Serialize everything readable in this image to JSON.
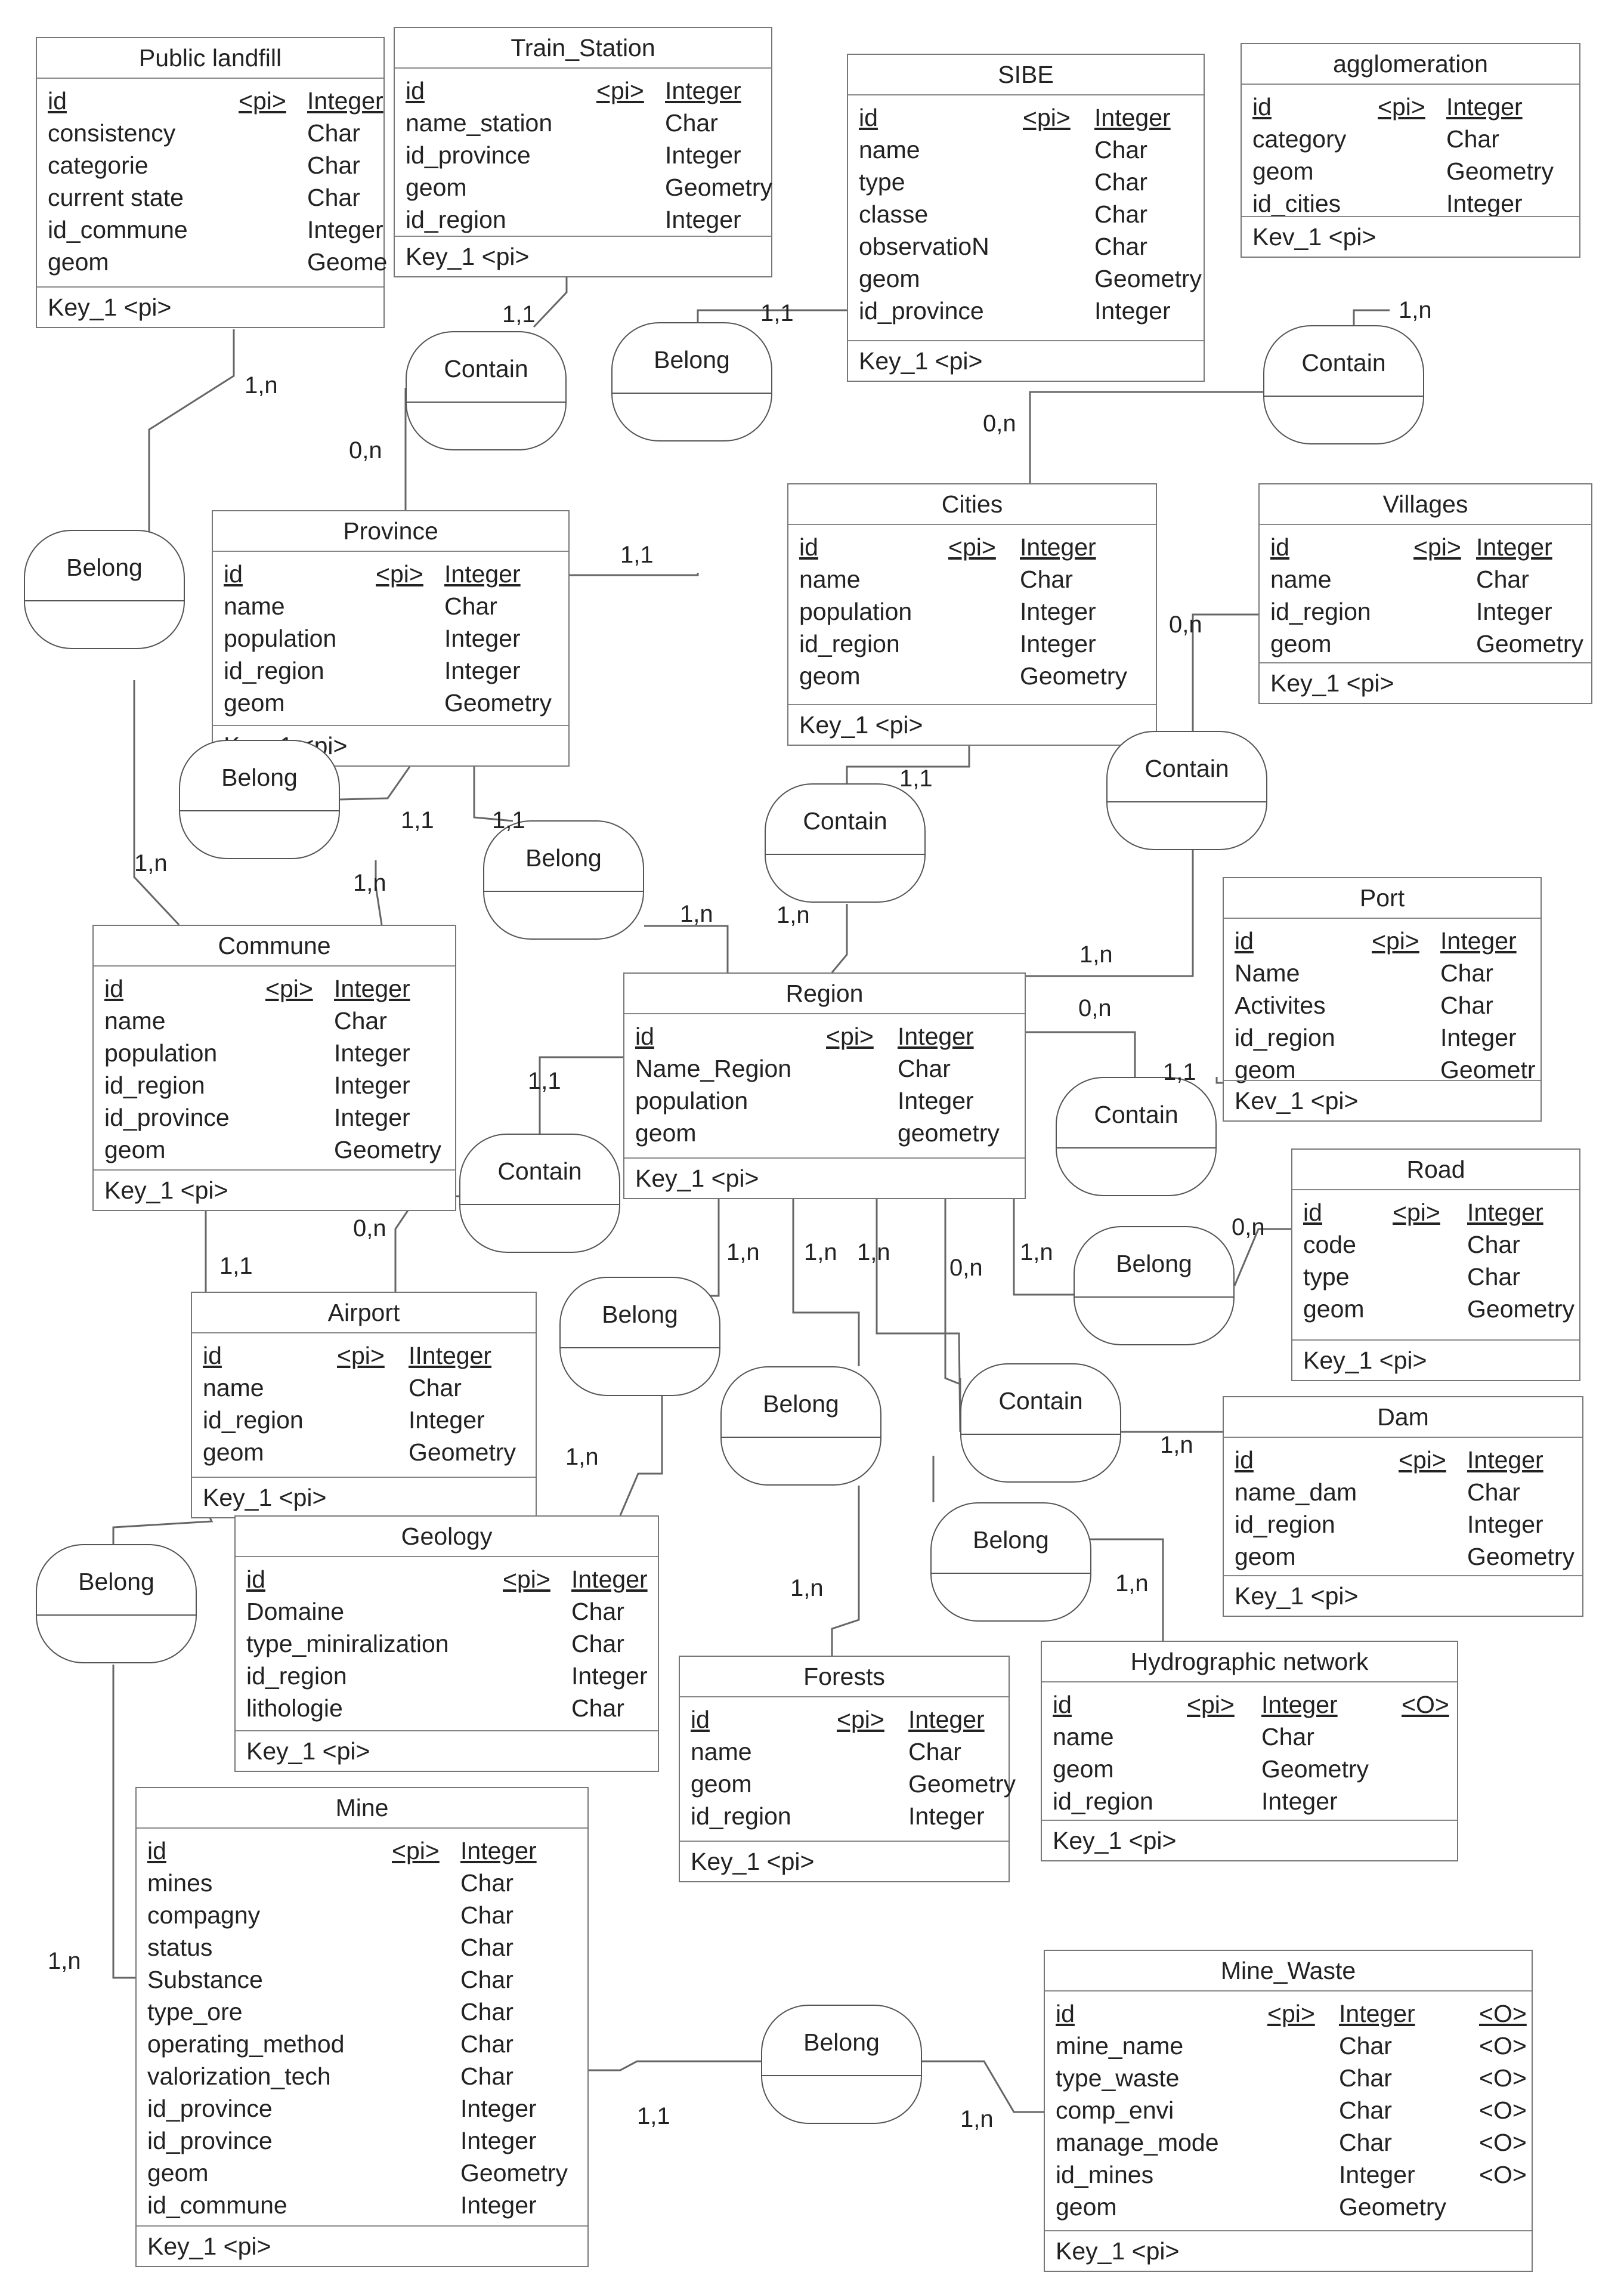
{
  "entities": [
    {
      "id": "public_landfill",
      "name": "Public landfill",
      "key": "Key_1 <pi>",
      "cols": [
        0,
        320,
        435
      ],
      "attrs": [
        [
          "id",
          "<pi>",
          "Integer"
        ],
        [
          "consistency",
          "",
          "Char"
        ],
        [
          "categorie",
          "",
          "Char"
        ],
        [
          "current state",
          "",
          "Char"
        ],
        [
          "id_commune",
          "",
          "Integer"
        ],
        [
          "geom",
          "",
          "Geome"
        ]
      ]
    },
    {
      "id": "train_station",
      "name": "Train_Station",
      "key": "Key_1 <pi>",
      "cols": [
        0,
        320,
        435
      ],
      "attrs": [
        [
          "id",
          "<pi>",
          "Integer"
        ],
        [
          "name_station",
          "",
          "Char"
        ],
        [
          "id_province",
          "",
          "Integer"
        ],
        [
          "geom",
          "",
          "Geometry"
        ],
        [
          "id_region",
          "",
          "Integer"
        ]
      ]
    },
    {
      "id": "sibe",
      "name": "SIBE",
      "key": "Key_1 <pi>",
      "cols": [
        0,
        275,
        395
      ],
      "attrs": [
        [
          "id",
          "<pi>",
          "Integer"
        ],
        [
          "name",
          "",
          "Char"
        ],
        [
          "type",
          "",
          "Char"
        ],
        [
          "classe",
          "",
          "Char"
        ],
        [
          "observatioN",
          "",
          "Char"
        ],
        [
          "geom",
          "",
          "Geometry"
        ],
        [
          "id_province",
          "",
          "Integer"
        ]
      ]
    },
    {
      "id": "agglomeration",
      "name": "agglomeration",
      "key": "Kev_1 <pi>",
      "cols": [
        0,
        210,
        325
      ],
      "attrs": [
        [
          "id",
          "<pi>",
          "Integer"
        ],
        [
          "category",
          "",
          "Char"
        ],
        [
          "geom",
          "",
          "Geometry"
        ],
        [
          "id_cities",
          "",
          "Integer"
        ]
      ]
    },
    {
      "id": "province",
      "name": "Province",
      "key": "Key_1 <pi>",
      "cols": [
        0,
        255,
        370
      ],
      "attrs": [
        [
          "id",
          "<pi>",
          "Integer"
        ],
        [
          "name",
          "",
          "Char"
        ],
        [
          "population",
          "",
          "Integer"
        ],
        [
          "id_region",
          "",
          "Integer"
        ],
        [
          "geom",
          "",
          "Geometry"
        ]
      ]
    },
    {
      "id": "cities",
      "name": "Cities",
      "key": "Key_1 <pi>",
      "cols": [
        0,
        250,
        370
      ],
      "attrs": [
        [
          "id",
          "<pi>",
          "Integer"
        ],
        [
          "name",
          "",
          "Char"
        ],
        [
          "population",
          "",
          "Integer"
        ],
        [
          "id_region",
          "",
          "Integer"
        ],
        [
          "geom",
          "",
          "Geometry"
        ]
      ]
    },
    {
      "id": "villages",
      "name": "Villages",
      "key": "Key_1 <pi>",
      "cols": [
        0,
        240,
        345
      ],
      "attrs": [
        [
          "id",
          "<pi>",
          "Integer"
        ],
        [
          "name",
          "",
          "Char"
        ],
        [
          "id_region",
          "",
          "Integer"
        ],
        [
          "geom",
          "",
          "Geometry"
        ]
      ]
    },
    {
      "id": "commune",
      "name": "Commune",
      "key": "Key_1 <pi>",
      "cols": [
        0,
        270,
        385
      ],
      "attrs": [
        [
          "id",
          "<pi>",
          "Integer"
        ],
        [
          "name",
          "",
          "Char"
        ],
        [
          "population",
          "",
          "Integer"
        ],
        [
          "id_region",
          "",
          "Integer"
        ],
        [
          "id_province",
          "",
          "Integer"
        ],
        [
          "geom",
          "",
          "Geometry"
        ]
      ]
    },
    {
      "id": "region",
      "name": "Region",
      "key": "Key_1 <pi>",
      "cols": [
        0,
        320,
        440
      ],
      "attrs": [
        [
          "id",
          "<pi>",
          "Integer"
        ],
        [
          "Name_Region",
          "",
          "Char"
        ],
        [
          "population",
          "",
          "Integer"
        ],
        [
          "geom",
          "",
          "geometry"
        ]
      ]
    },
    {
      "id": "port",
      "name": "Port",
      "key": "Kev_1 <pi>",
      "cols": [
        0,
        230,
        345
      ],
      "attrs": [
        [
          "id",
          "<pi>",
          "Integer"
        ],
        [
          "Name",
          "",
          "Char"
        ],
        [
          "Activites",
          "",
          "Char"
        ],
        [
          "id_region",
          "",
          "Integer"
        ],
        [
          "geom",
          "",
          "Geometr"
        ]
      ]
    },
    {
      "id": "road",
      "name": "Road",
      "key": "Key_1 <pi>",
      "cols": [
        0,
        150,
        275
      ],
      "attrs": [
        [
          "id",
          "<pi>",
          "Integer"
        ],
        [
          "code",
          "",
          "Char"
        ],
        [
          "type",
          "",
          "Char"
        ],
        [
          "geom",
          "",
          "Geometry"
        ]
      ]
    },
    {
      "id": "airport",
      "name": "Airport",
      "key": "Key_1 <pi>",
      "cols": [
        0,
        225,
        345
      ],
      "attrs": [
        [
          "id",
          "<pi>",
          "IInteger"
        ],
        [
          "name",
          "",
          "Char"
        ],
        [
          "id_region",
          "",
          "Integer"
        ],
        [
          "geom",
          "",
          "Geometry"
        ]
      ]
    },
    {
      "id": "dam",
      "name": "Dam",
      "key": "Key_1 <pi>",
      "cols": [
        0,
        275,
        390
      ],
      "attrs": [
        [
          "id",
          "<pi>",
          "Integer"
        ],
        [
          "name_dam",
          "",
          "Char"
        ],
        [
          "id_region",
          "",
          "Integer"
        ],
        [
          "geom",
          "",
          "Geometry"
        ]
      ]
    },
    {
      "id": "geology",
      "name": "Geology",
      "key": "Key_1 <pi>",
      "cols": [
        0,
        430,
        545
      ],
      "attrs": [
        [
          "id",
          "<pi>",
          "Integer"
        ],
        [
          "Domaine",
          "",
          "Char"
        ],
        [
          "type_miniralization",
          "",
          "Char"
        ],
        [
          "id_region",
          "",
          "Integer"
        ],
        [
          "lithologie",
          "",
          "Char"
        ]
      ]
    },
    {
      "id": "forests",
      "name": "Forests",
      "key": "Key_1 <pi>",
      "cols": [
        0,
        245,
        365
      ],
      "attrs": [
        [
          "id",
          "<pi>",
          "Integer"
        ],
        [
          "name",
          "",
          "Char"
        ],
        [
          "geom",
          "",
          "Geometry"
        ],
        [
          "id_region",
          "",
          "Integer"
        ]
      ]
    },
    {
      "id": "hydrographic_network",
      "name": "Hydrographic network",
      "key": "Key_1 <pi>",
      "cols": [
        0,
        225,
        350,
        585
      ],
      "attrs": [
        [
          "id",
          "<pi>",
          "Integer",
          "<O>"
        ],
        [
          "name",
          "",
          "Char",
          ""
        ],
        [
          "geom",
          "",
          "Geometry",
          ""
        ],
        [
          "id_region",
          "",
          "Integer",
          ""
        ]
      ]
    },
    {
      "id": "mine",
      "name": "Mine",
      "key": "Key_1 <pi>",
      "cols": [
        0,
        410,
        525
      ],
      "attrs": [
        [
          "id",
          "<pi>",
          "Integer"
        ],
        [
          "mines",
          "",
          "Char"
        ],
        [
          "compagny",
          "",
          "Char"
        ],
        [
          "status",
          "",
          "Char"
        ],
        [
          "Substance",
          "",
          "Char"
        ],
        [
          "type_ore",
          "",
          "Char"
        ],
        [
          "operating_method",
          "",
          "Char"
        ],
        [
          "valorization_tech",
          "",
          "Char"
        ],
        [
          "id_province",
          "",
          "Integer"
        ],
        [
          "id_province",
          "",
          "Integer"
        ],
        [
          "geom",
          "",
          "Geometry"
        ],
        [
          "id_commune",
          "",
          "Integer"
        ]
      ]
    },
    {
      "id": "mine_waste",
      "name": "Mine_Waste",
      "key": "Key_1 <pi>",
      "cols": [
        0,
        355,
        475,
        710
      ],
      "attrs": [
        [
          "id",
          "<pi>",
          "Integer",
          "<O>"
        ],
        [
          "mine_name",
          "",
          "Char",
          "<O>"
        ],
        [
          "type_waste",
          "",
          "Char",
          "<O>"
        ],
        [
          "comp_envi",
          "",
          "Char",
          "<O>"
        ],
        [
          "manage_mode",
          "",
          "Char",
          "<O>"
        ],
        [
          "id_mines",
          "",
          "Integer",
          "<O>"
        ],
        [
          "geom",
          "",
          "Geometry",
          ""
        ]
      ]
    }
  ],
  "relationships": [
    {
      "id": "contain_province_train",
      "label": "Contain"
    },
    {
      "id": "belong_province_sibe",
      "label": "Belong"
    },
    {
      "id": "contain_agglo_cities",
      "label": "Contain"
    },
    {
      "id": "belong_landfill_commune",
      "label": "Belong"
    },
    {
      "id": "belong_province_commune",
      "label": "Belong"
    },
    {
      "id": "belong_province_region",
      "label": "Belong"
    },
    {
      "id": "contain_cities_region",
      "label": "Contain"
    },
    {
      "id": "contain_villages_region",
      "label": "Contain"
    },
    {
      "id": "contain_region_port",
      "label": "Contain"
    },
    {
      "id": "contain_commune_airport",
      "label": "Contain"
    },
    {
      "id": "belong_road_region",
      "label": "Belong"
    },
    {
      "id": "belong_geology_region",
      "label": "Belong"
    },
    {
      "id": "belong_forests_region",
      "label": "Belong"
    },
    {
      "id": "contain_region_dam",
      "label": "Contain"
    },
    {
      "id": "belong_hydro_region",
      "label": "Belong"
    },
    {
      "id": "belong_airport_mine",
      "label": "Belong"
    },
    {
      "id": "belong_mine_waste",
      "label": "Belong"
    }
  ],
  "cardinalities": [
    "1,1",
    "0,n",
    "1,1",
    "0,n",
    "1,n",
    "1,n",
    "1,1",
    "0,n",
    "1,n",
    "1,1",
    "1,n",
    "1,1",
    "1,n",
    "1,1",
    "1,n",
    "1,n",
    "0,n",
    "1,1",
    "1,1",
    "0,n",
    "1,n",
    "1,n",
    "1,n",
    "0,n",
    "1,n",
    "0,n",
    "1,n",
    "1,n",
    "1,n",
    "1,n",
    "1,n",
    "1,1",
    "1,n",
    "1,1"
  ]
}
